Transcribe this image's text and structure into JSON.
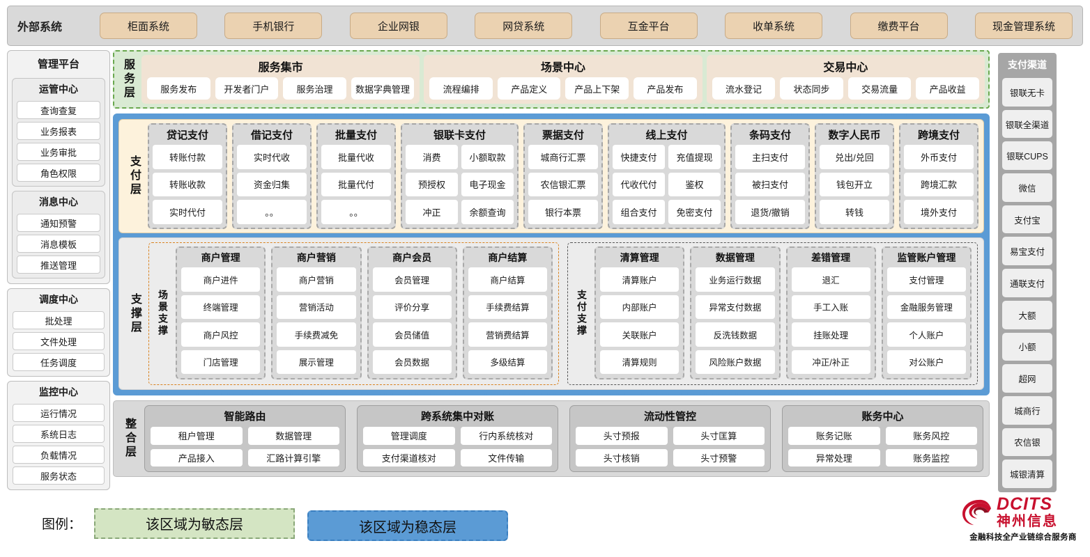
{
  "external": {
    "title": "外部系统",
    "systems": [
      "柜面系统",
      "手机银行",
      "企业网银",
      "网贷系统",
      "互金平台",
      "收单系统",
      "缴费平台",
      "现金管理系统"
    ]
  },
  "management": {
    "title": "管理平台",
    "groups": [
      {
        "title": "运管中心",
        "items": [
          "查询查复",
          "业务报表",
          "业务审批",
          "角色权限"
        ]
      },
      {
        "title": "消息中心",
        "items": [
          "通知预警",
          "消息模板",
          "推送管理"
        ]
      }
    ],
    "standalone": [
      {
        "title": "调度中心",
        "items": [
          "批处理",
          "文件处理",
          "任务调度"
        ]
      },
      {
        "title": "监控中心",
        "items": [
          "运行情况",
          "系统日志",
          "负载情况",
          "服务状态"
        ]
      }
    ]
  },
  "service_layer": {
    "label": "服务层",
    "cards": [
      {
        "title": "服务集市",
        "chips": [
          "服务发布",
          "开发者门户",
          "服务治理",
          "数据字典管理"
        ]
      },
      {
        "title": "场景中心",
        "chips": [
          "流程编排",
          "产品定义",
          "产品上下架",
          "产品发布"
        ]
      },
      {
        "title": "交易中心",
        "chips": [
          "流水登记",
          "状态同步",
          "交易流量",
          "产品收益"
        ]
      }
    ]
  },
  "payment_layer": {
    "label": "支付层",
    "groups": [
      {
        "title": "贷记支付",
        "cols": 1,
        "cells": [
          "转账付款",
          "转账收款",
          "实时代付"
        ]
      },
      {
        "title": "借记支付",
        "cols": 1,
        "cells": [
          "实时代收",
          "资金归集",
          "。。"
        ]
      },
      {
        "title": "批量支付",
        "cols": 1,
        "cells": [
          "批量代收",
          "批量代付",
          "。。"
        ]
      },
      {
        "title": "银联卡支付",
        "cols": 2,
        "cells": [
          "消费",
          "小额取款",
          "预授权",
          "电子现金",
          "冲正",
          "余额查询"
        ]
      },
      {
        "title": "票据支付",
        "cols": 1,
        "cells": [
          "城商行汇票",
          "农信银汇票",
          "银行本票"
        ]
      },
      {
        "title": "线上支付",
        "cols": 2,
        "cells": [
          "快捷支付",
          "充值提现",
          "代收代付",
          "鉴权",
          "组合支付",
          "免密支付"
        ]
      },
      {
        "title": "条码支付",
        "cols": 1,
        "cells": [
          "主扫支付",
          "被扫支付",
          "退货/撤销"
        ]
      },
      {
        "title": "数字人民币",
        "cols": 1,
        "cells": [
          "兑出/兑回",
          "钱包开立",
          "转钱"
        ]
      },
      {
        "title": "跨境支付",
        "cols": 1,
        "cells": [
          "外币支付",
          "跨境汇款",
          "境外支付"
        ]
      }
    ]
  },
  "support_layer": {
    "label": "支撑层",
    "panels": [
      {
        "sub_label": "场景支撑",
        "columns": [
          {
            "title": "商户管理",
            "items": [
              "商户进件",
              "终端管理",
              "商户风控",
              "门店管理"
            ]
          },
          {
            "title": "商户营销",
            "items": [
              "商户营销",
              "营销活动",
              "手续费减免",
              "展示管理"
            ]
          },
          {
            "title": "商户会员",
            "items": [
              "会员管理",
              "评价分享",
              "会员储值",
              "会员数据"
            ]
          },
          {
            "title": "商户结算",
            "items": [
              "商户结算",
              "手续费结算",
              "营销费结算",
              "多级结算"
            ]
          }
        ]
      },
      {
        "sub_label": "支付支撑",
        "columns": [
          {
            "title": "清算管理",
            "items": [
              "清算账户",
              "内部账户",
              "关联账户",
              "清算规则"
            ]
          },
          {
            "title": "数据管理",
            "items": [
              "业务运行数据",
              "异常支付数据",
              "反洗钱数据",
              "风险账户数据"
            ]
          },
          {
            "title": "差错管理",
            "items": [
              "退汇",
              "手工入账",
              "挂账处理",
              "冲正/补正"
            ]
          },
          {
            "title": "监管账户管理",
            "items": [
              "支付管理",
              "金融服务管理",
              "个人账户",
              "对公账户"
            ]
          }
        ]
      }
    ]
  },
  "integration_layer": {
    "label": "整合层",
    "cards": [
      {
        "title": "智能路由",
        "cells": [
          "租户管理",
          "数据管理",
          "产品接入",
          "汇路计算引擎"
        ]
      },
      {
        "title": "跨系统集中对账",
        "cells": [
          "管理调度",
          "行内系统核对",
          "支付渠道核对",
          "文件传输"
        ]
      },
      {
        "title": "流动性管控",
        "cells": [
          "头寸预报",
          "头寸匡算",
          "头寸核销",
          "头寸预警"
        ]
      },
      {
        "title": "账务中心",
        "cells": [
          "账务记账",
          "账务风控",
          "异常处理",
          "账务监控"
        ]
      }
    ]
  },
  "channels": {
    "title": "支付渠道",
    "items": [
      "银联无卡",
      "银联全渠道",
      "银联CUPS",
      "微信",
      "支付宝",
      "易宝支付",
      "通联支付",
      "大额",
      "小额",
      "超网",
      "城商行",
      "农信银",
      "城银清算"
    ]
  },
  "legend": {
    "label": "图例：",
    "agile": "该区域为敏态层",
    "stable": "该区域为稳态层",
    "agile_color": "#d4e5c3",
    "stable_color": "#5b9bd5"
  },
  "logo": {
    "en": "DCITS",
    "cn": "神州信息",
    "tagline": "金融科技全产业链综合服务商",
    "color": "#c8102e"
  }
}
